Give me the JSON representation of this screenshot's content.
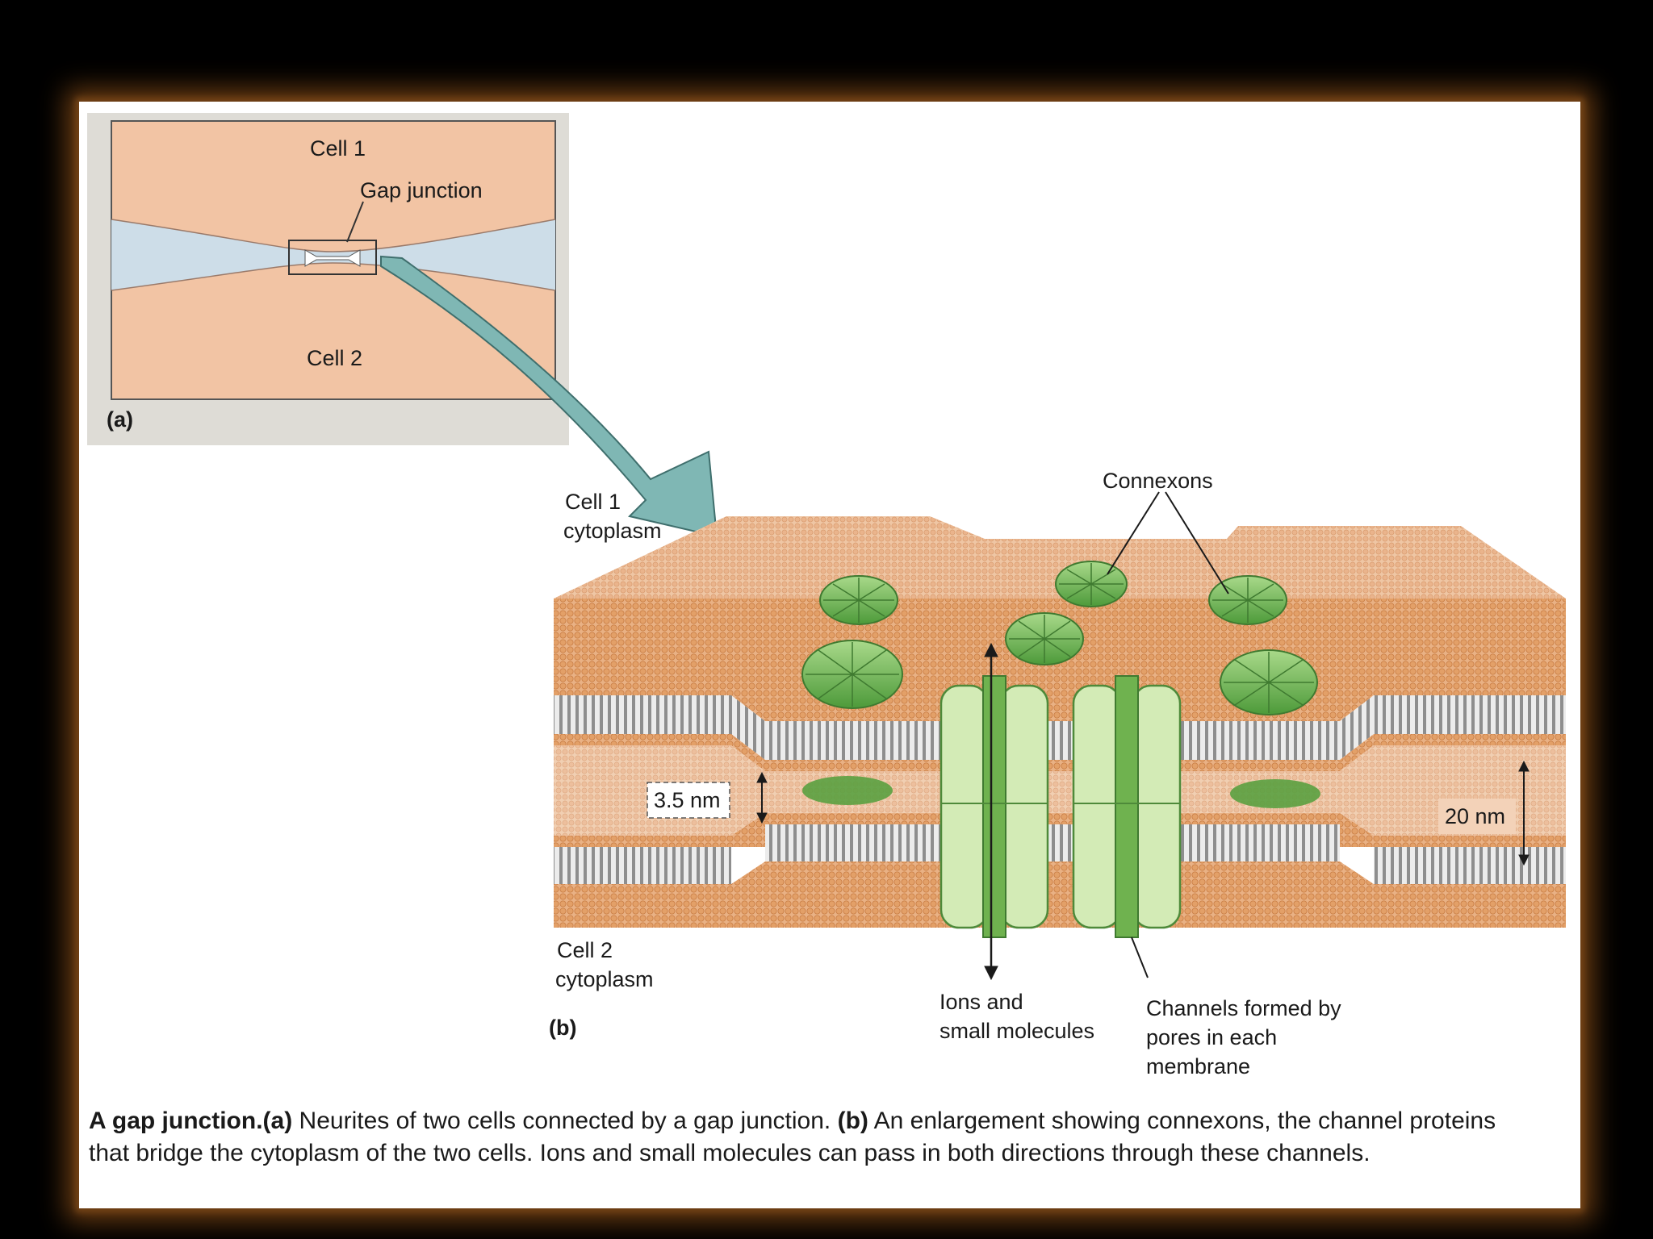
{
  "panel_a": {
    "cell1": "Cell 1",
    "gap_junction": "Gap junction",
    "cell2": "Cell 2",
    "tag": "(a)"
  },
  "panel_b": {
    "cell1_cytoplasm_line1": "Cell 1",
    "cell1_cytoplasm_line2": "cytoplasm",
    "connexons": "Connexons",
    "dim_35": "3.5 nm",
    "dim_20": "20 nm",
    "cell2_cytoplasm_line1": "Cell 2",
    "cell2_cytoplasm_line2": "cytoplasm",
    "tag": "(b)",
    "ions_line1": "Ions and",
    "ions_line2": "small molecules",
    "channels_line1": "Channels formed by",
    "channels_line2": "pores in each",
    "channels_line3": "membrane"
  },
  "caption": {
    "title": "A gap junction.",
    "a_tag": "(a)",
    "a_text": " Neurites of two cells connected by a gap junction. ",
    "b_tag": "(b)",
    "b_text": " An enlargement showing connexons, the channel proteins that bridge the cytoplasm of the two cells. Ions and small molecules can pass in both directions through these channels."
  },
  "colors": {
    "cell": "#f2c4a4",
    "extracellular": "#cddde8",
    "arrow": "#7fb7b4",
    "connexon": "#7fbf5e",
    "channel": "#cfe8b0",
    "lipid_head": "#e8a870",
    "membrane_core": "#8a8a8a"
  }
}
